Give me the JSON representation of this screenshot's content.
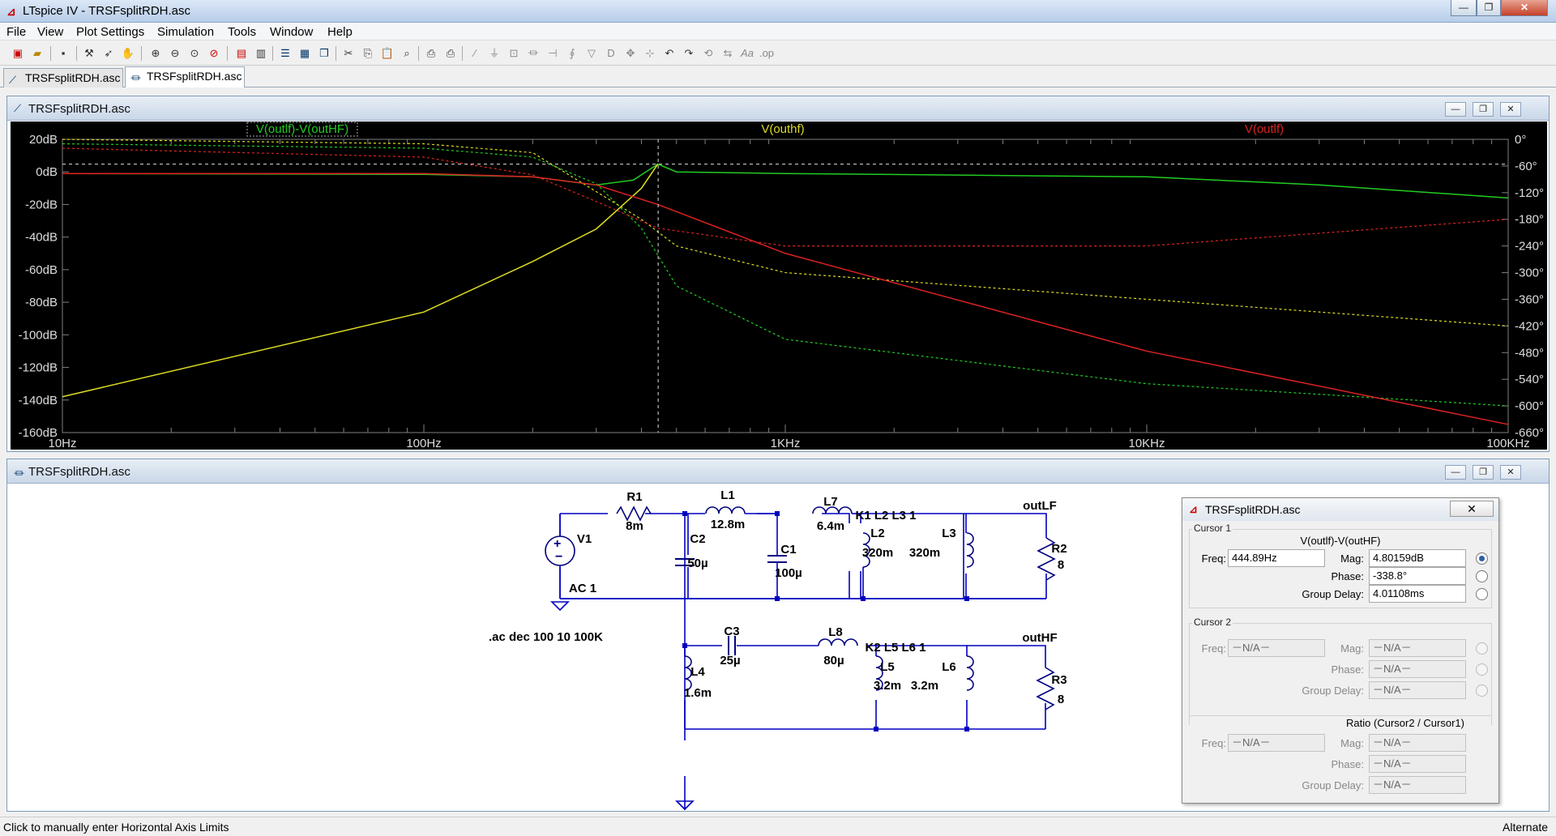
{
  "app": {
    "title": "LTspice IV - TRSFsplitRDH.asc"
  },
  "menu": [
    "File",
    "View",
    "Plot Settings",
    "Simulation",
    "Tools",
    "Window",
    "Help"
  ],
  "tabs": [
    {
      "label": "TRSFsplitRDH.asc",
      "icon": "waveform-icon"
    },
    {
      "label": "TRSFsplitRDH.asc",
      "icon": "schematic-icon"
    }
  ],
  "plot_window": {
    "title": "TRSFsplitRDH.asc"
  },
  "schematic_window": {
    "title": "TRSFsplitRDH.asc"
  },
  "colors": {
    "plot_bg": "#000000",
    "grid": "#808080",
    "trace_diff": "#22cc22",
    "trace_hf": "#dddd22",
    "trace_lf": "#dd2222",
    "wire": "#0000c0",
    "part": "#000080",
    "label": "#000000"
  },
  "chart_data": {
    "type": "line",
    "x_scale": "log",
    "x_ticks": [
      "10Hz",
      "100Hz",
      "1KHz",
      "10KHz",
      "100KHz"
    ],
    "y_left_ticks": [
      "20dB",
      "0dB",
      "-20dB",
      "-40dB",
      "-60dB",
      "-80dB",
      "-100dB",
      "-120dB",
      "-140dB",
      "-160dB"
    ],
    "y_right_ticks": [
      "0°",
      "-60°",
      "-120°",
      "-180°",
      "-240°",
      "-300°",
      "-360°",
      "-420°",
      "-480°",
      "-540°",
      "-600°",
      "-660°"
    ],
    "ylim_mag": [
      -160,
      20
    ],
    "ylim_phase": [
      -660,
      0
    ],
    "cursor_freq_hz": 444.89,
    "cursor_mag_db": 4.80159,
    "series": [
      {
        "name": "V(outlf)-V(outHF)",
        "mag": [
          [
            10,
            -1
          ],
          [
            100,
            -1.5
          ],
          [
            200,
            -3
          ],
          [
            300,
            -8
          ],
          [
            380,
            -5
          ],
          [
            444,
            4.8
          ],
          [
            500,
            0
          ],
          [
            1000,
            -1
          ],
          [
            10000,
            -3
          ],
          [
            30000,
            -8
          ],
          [
            100000,
            -16
          ]
        ],
        "phase": [
          [
            10,
            -10
          ],
          [
            100,
            -20
          ],
          [
            200,
            -40
          ],
          [
            300,
            -100
          ],
          [
            400,
            -200
          ],
          [
            500,
            -330
          ],
          [
            1000,
            -450
          ],
          [
            10000,
            -550
          ],
          [
            100000,
            -600
          ]
        ]
      },
      {
        "name": "V(outhf)",
        "mag": [
          [
            10,
            -138
          ],
          [
            100,
            -86
          ],
          [
            200,
            -55
          ],
          [
            300,
            -35
          ],
          [
            400,
            -10
          ],
          [
            444,
            4.8
          ]
        ],
        "phase": [
          [
            10,
            0
          ],
          [
            100,
            -10
          ],
          [
            200,
            -30
          ],
          [
            400,
            -180
          ],
          [
            500,
            -240
          ],
          [
            1000,
            -300
          ],
          [
            10000,
            -360
          ],
          [
            100000,
            -420
          ]
        ]
      },
      {
        "name": "V(outlf)",
        "mag": [
          [
            10,
            -1
          ],
          [
            100,
            -1
          ],
          [
            200,
            -3
          ],
          [
            300,
            -8
          ],
          [
            444,
            -20
          ],
          [
            1000,
            -50
          ],
          [
            10000,
            -110
          ],
          [
            100000,
            -155
          ]
        ],
        "phase": [
          [
            10,
            -20
          ],
          [
            100,
            -40
          ],
          [
            200,
            -80
          ],
          [
            300,
            -140
          ],
          [
            444,
            -200
          ],
          [
            1000,
            -240
          ],
          [
            10000,
            -240
          ],
          [
            100000,
            -180
          ]
        ]
      }
    ]
  },
  "schematic": {
    "labels": {
      "R1": "R1",
      "R1v": "8m",
      "L1": "L1",
      "L1v": "12.8m",
      "L7": "L7",
      "L7v": "6.4m",
      "K1": "K1 L2 L3 1",
      "outLF": "outLF",
      "V1": "V1",
      "AC": "AC 1",
      "C2": "C2",
      "C2v": "50µ",
      "C1": "C1",
      "C1v": "100µ",
      "L2": "L2",
      "L2v": "320m",
      "L3": "L3",
      "L3v": "320m",
      "R2": "R2",
      "R2v": "8",
      "ac": ".ac dec 100 10 100K",
      "C3": "C3",
      "C3v": "25µ",
      "L8": "L8",
      "L8v": "80µ",
      "K2": "K2 L5 L6 1",
      "outHF": "outHF",
      "L4": "L4",
      "L4v": "1.6m",
      "L5": "L5",
      "L5v": "3.2m",
      "L6": "L6",
      "L6v": "3.2m",
      "R3": "R3",
      "R3v": "8"
    }
  },
  "cursor_dialog": {
    "title": "TRSFsplitRDH.asc",
    "close": "✕",
    "cursor1": {
      "group": "Cursor 1",
      "trace": "V(outlf)-V(outHF)",
      "freq_label": "Freq:",
      "freq": "444.89Hz",
      "mag_label": "Mag:",
      "mag": "4.80159dB",
      "phase_label": "Phase:",
      "phase": "-338.8°",
      "gd_label": "Group Delay:",
      "gd": "4.01108ms"
    },
    "cursor2": {
      "group": "Cursor 2",
      "freq_label": "Freq:",
      "freq": "－N/A－",
      "mag_label": "Mag:",
      "mag": "－N/A－",
      "phase_label": "Phase:",
      "phase": "－N/A－",
      "gd_label": "Group Delay:",
      "gd": "－N/A－"
    },
    "ratio": {
      "title": "Ratio (Cursor2 / Cursor1)",
      "freq_label": "Freq:",
      "freq": "－N/A－",
      "mag_label": "Mag:",
      "mag": "－N/A－",
      "phase_label": "Phase:",
      "phase": "－N/A－",
      "gd_label": "Group Delay:",
      "gd": "－N/A－"
    }
  },
  "status": {
    "left": "Click to manually enter Horizontal Axis Limits",
    "right": "Alternate"
  }
}
